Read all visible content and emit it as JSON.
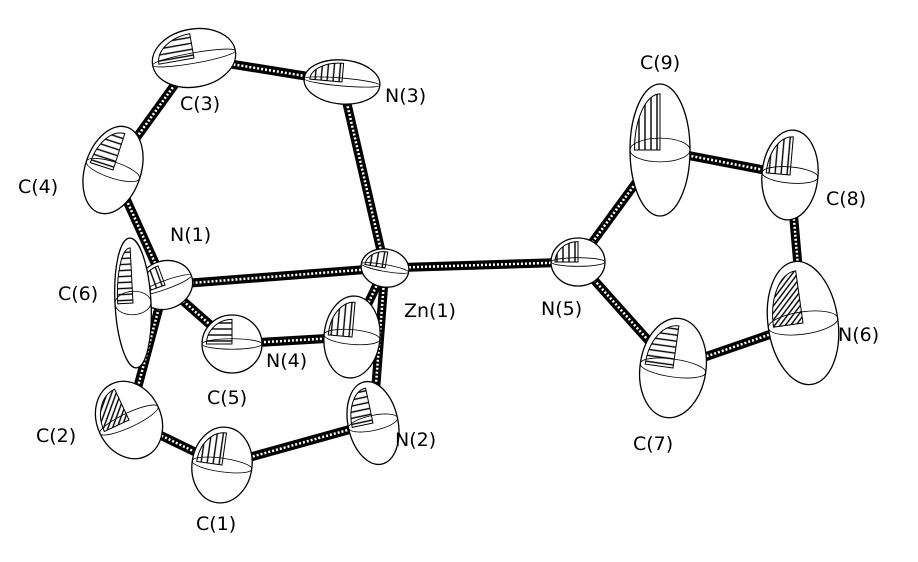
{
  "figure": {
    "atoms": [
      {
        "id": "Zn1",
        "label": "Zn(1)"
      },
      {
        "id": "N1",
        "label": "N(1)"
      },
      {
        "id": "N2",
        "label": "N(2)"
      },
      {
        "id": "N3",
        "label": "N(3)"
      },
      {
        "id": "N4",
        "label": "N(4)"
      },
      {
        "id": "N5",
        "label": "N(5)"
      },
      {
        "id": "N6",
        "label": "N(6)"
      },
      {
        "id": "C1",
        "label": "C(1)"
      },
      {
        "id": "C2",
        "label": "C(2)"
      },
      {
        "id": "C3",
        "label": "C(3)"
      },
      {
        "id": "C4",
        "label": "C(4)"
      },
      {
        "id": "C5",
        "label": "C(5)"
      },
      {
        "id": "C6",
        "label": "C(6)"
      },
      {
        "id": "C7",
        "label": "C(7)"
      },
      {
        "id": "C8",
        "label": "C(8)"
      },
      {
        "id": "C9",
        "label": "C(9)"
      }
    ],
    "bonds": [
      [
        "Zn1",
        "N1"
      ],
      [
        "Zn1",
        "N2"
      ],
      [
        "Zn1",
        "N3"
      ],
      [
        "Zn1",
        "N4"
      ],
      [
        "Zn1",
        "N5"
      ],
      [
        "N1",
        "C4"
      ],
      [
        "N1",
        "C6"
      ],
      [
        "N1",
        "C5"
      ],
      [
        "N1",
        "C2"
      ],
      [
        "C4",
        "C3"
      ],
      [
        "C3",
        "N3"
      ],
      [
        "C5",
        "N4"
      ],
      [
        "C2",
        "C1"
      ],
      [
        "C1",
        "N2"
      ],
      [
        "N5",
        "C9"
      ],
      [
        "N5",
        "C7"
      ],
      [
        "C9",
        "C8"
      ],
      [
        "C8",
        "N6"
      ],
      [
        "N6",
        "C7"
      ]
    ]
  }
}
